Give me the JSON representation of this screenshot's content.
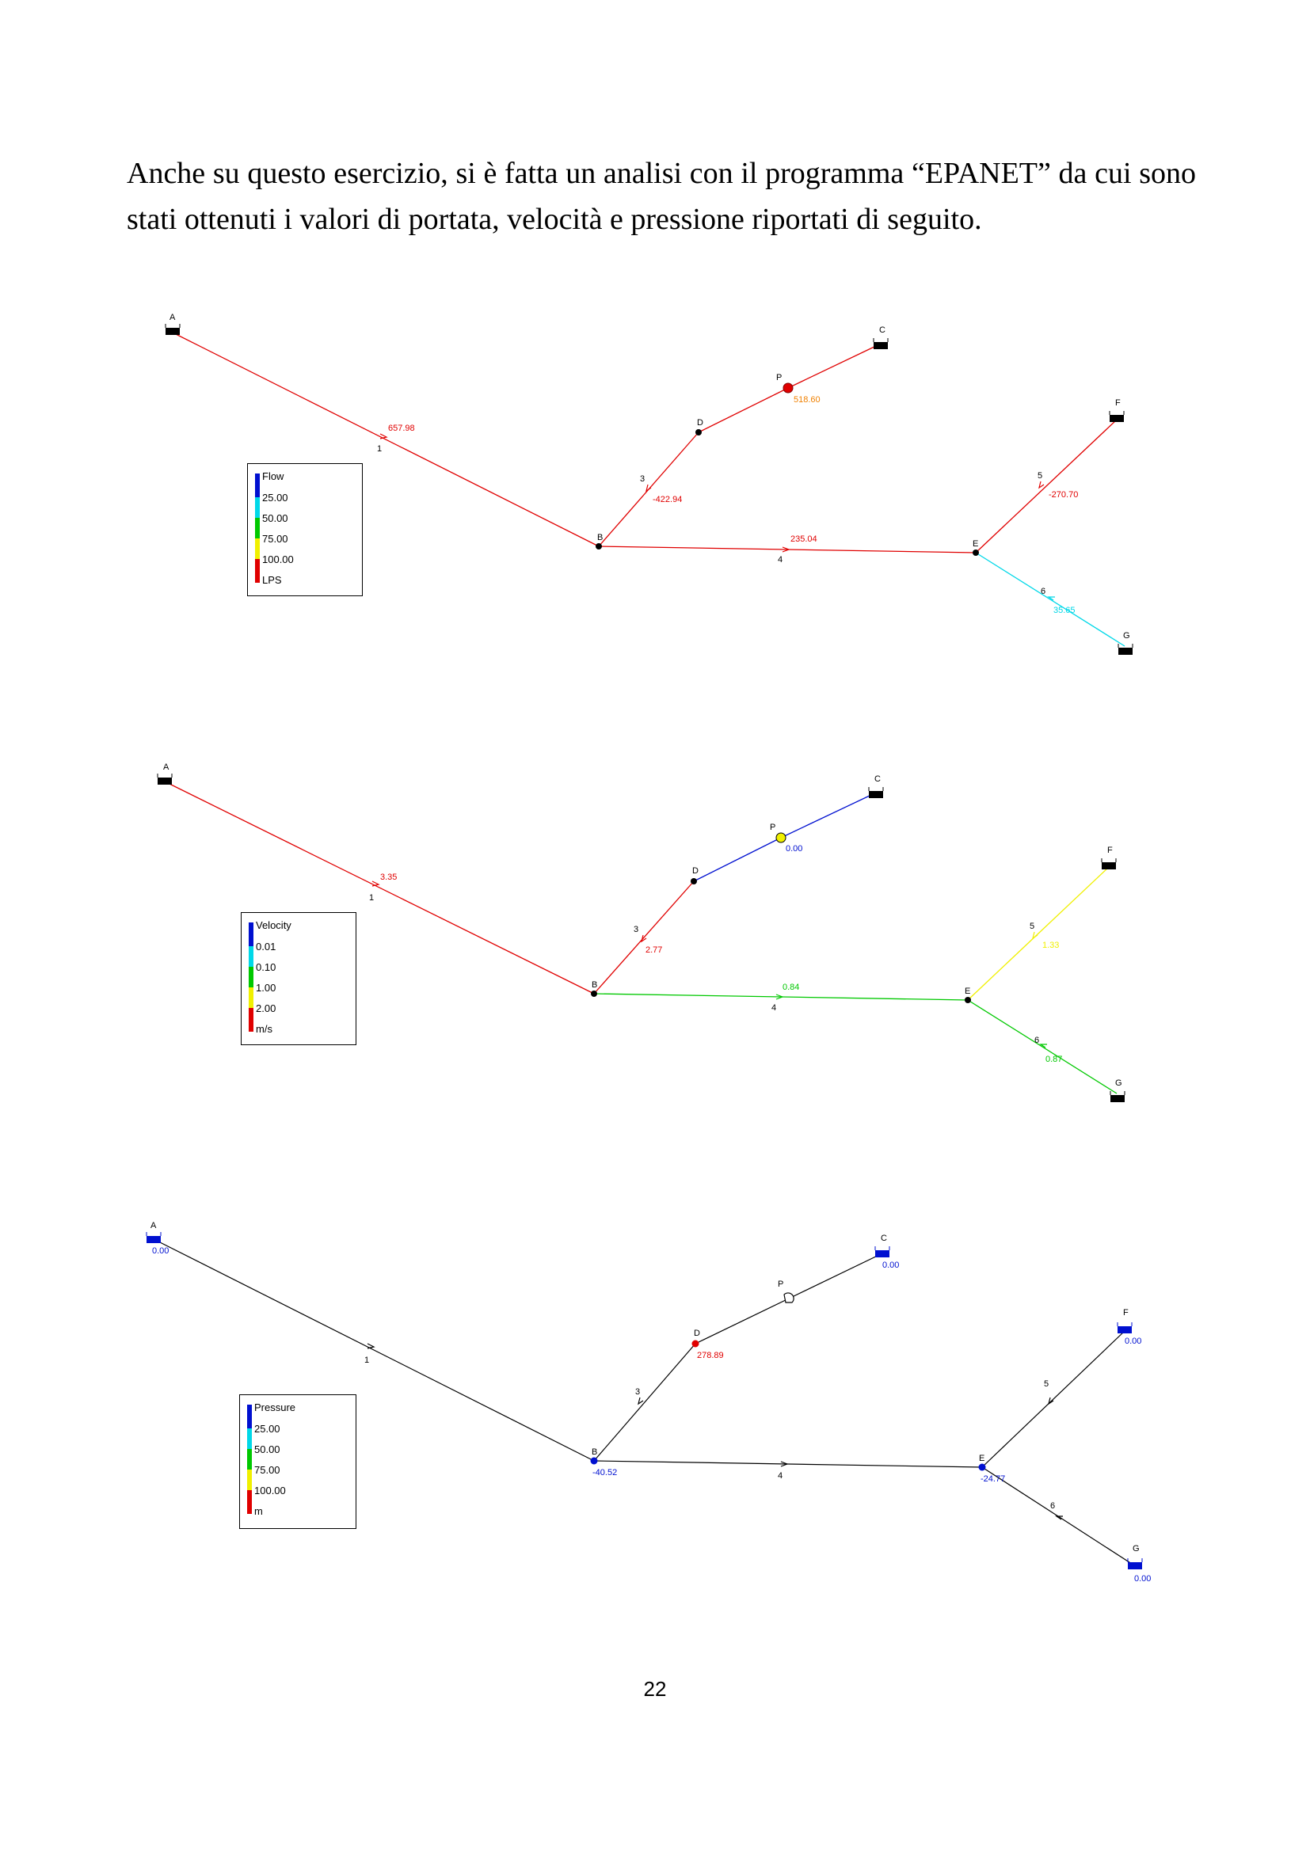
{
  "paragraph": "Anche su questo esercizio, si è fatta un analisi con il programma “EPANET” da cui sono stati ottenuti i valori di portata, velocità e pressione riportati di seguito.",
  "page_number": "22",
  "node_labels": [
    "A",
    "B",
    "C",
    "D",
    "E",
    "F",
    "G",
    "P"
  ],
  "link_labels": [
    "1",
    "3",
    "4",
    "5",
    "6"
  ],
  "flow": {
    "legend": {
      "title": "Flow",
      "values": [
        "25.00",
        "50.00",
        "75.00",
        "100.00"
      ],
      "unit": "LPS"
    },
    "link_values": {
      "1": "657.98",
      "3": "-422.94",
      "4": "235.04",
      "5": "-270.70",
      "6": "35.65",
      "P": "518.60"
    },
    "colors": {
      "link1": "#e00000",
      "link3": "#e00000",
      "link4": "#e00000",
      "link5": "#e00000",
      "link6": "#00d8e8",
      "pump": "#e00000",
      "linkC": "#e00000"
    }
  },
  "velocity": {
    "legend": {
      "title": "Velocity",
      "values": [
        "0.01",
        "0.10",
        "1.00",
        "2.00"
      ],
      "unit": "m/s"
    },
    "link_values": {
      "1": "3.35",
      "3": "2.77",
      "4": "0.84",
      "5": "1.33",
      "6": "0.87",
      "P": "0.00"
    },
    "colors": {
      "link1": "#e00000",
      "link3": "#e00000",
      "link4": "#00c800",
      "link5": "#f0f000",
      "link6": "#00c800",
      "pump": "#f0f000",
      "linkC": "#0010d0"
    }
  },
  "pressure": {
    "legend": {
      "title": "Pressure",
      "values": [
        "25.00",
        "50.00",
        "75.00",
        "100.00"
      ],
      "unit": "m"
    },
    "node_values": {
      "A": "0.00",
      "B": "-40.52",
      "C": "0.00",
      "D": "278.89",
      "E": "-24.77",
      "F": "0.00",
      "G": "0.00"
    }
  },
  "legend_colors": [
    "#0010d0",
    "#00d8e8",
    "#00c800",
    "#f0f000",
    "#e00000"
  ]
}
